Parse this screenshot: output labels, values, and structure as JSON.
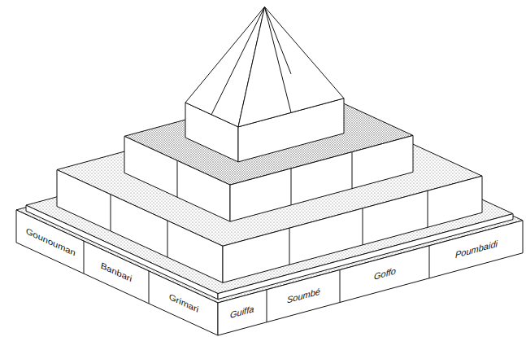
{
  "diagram": {
    "labels": [
      "Gounouman",
      "Banbari",
      "Grimari",
      "Guiffa",
      "Soumbé",
      "Goffo",
      "Poumbaidi"
    ]
  }
}
